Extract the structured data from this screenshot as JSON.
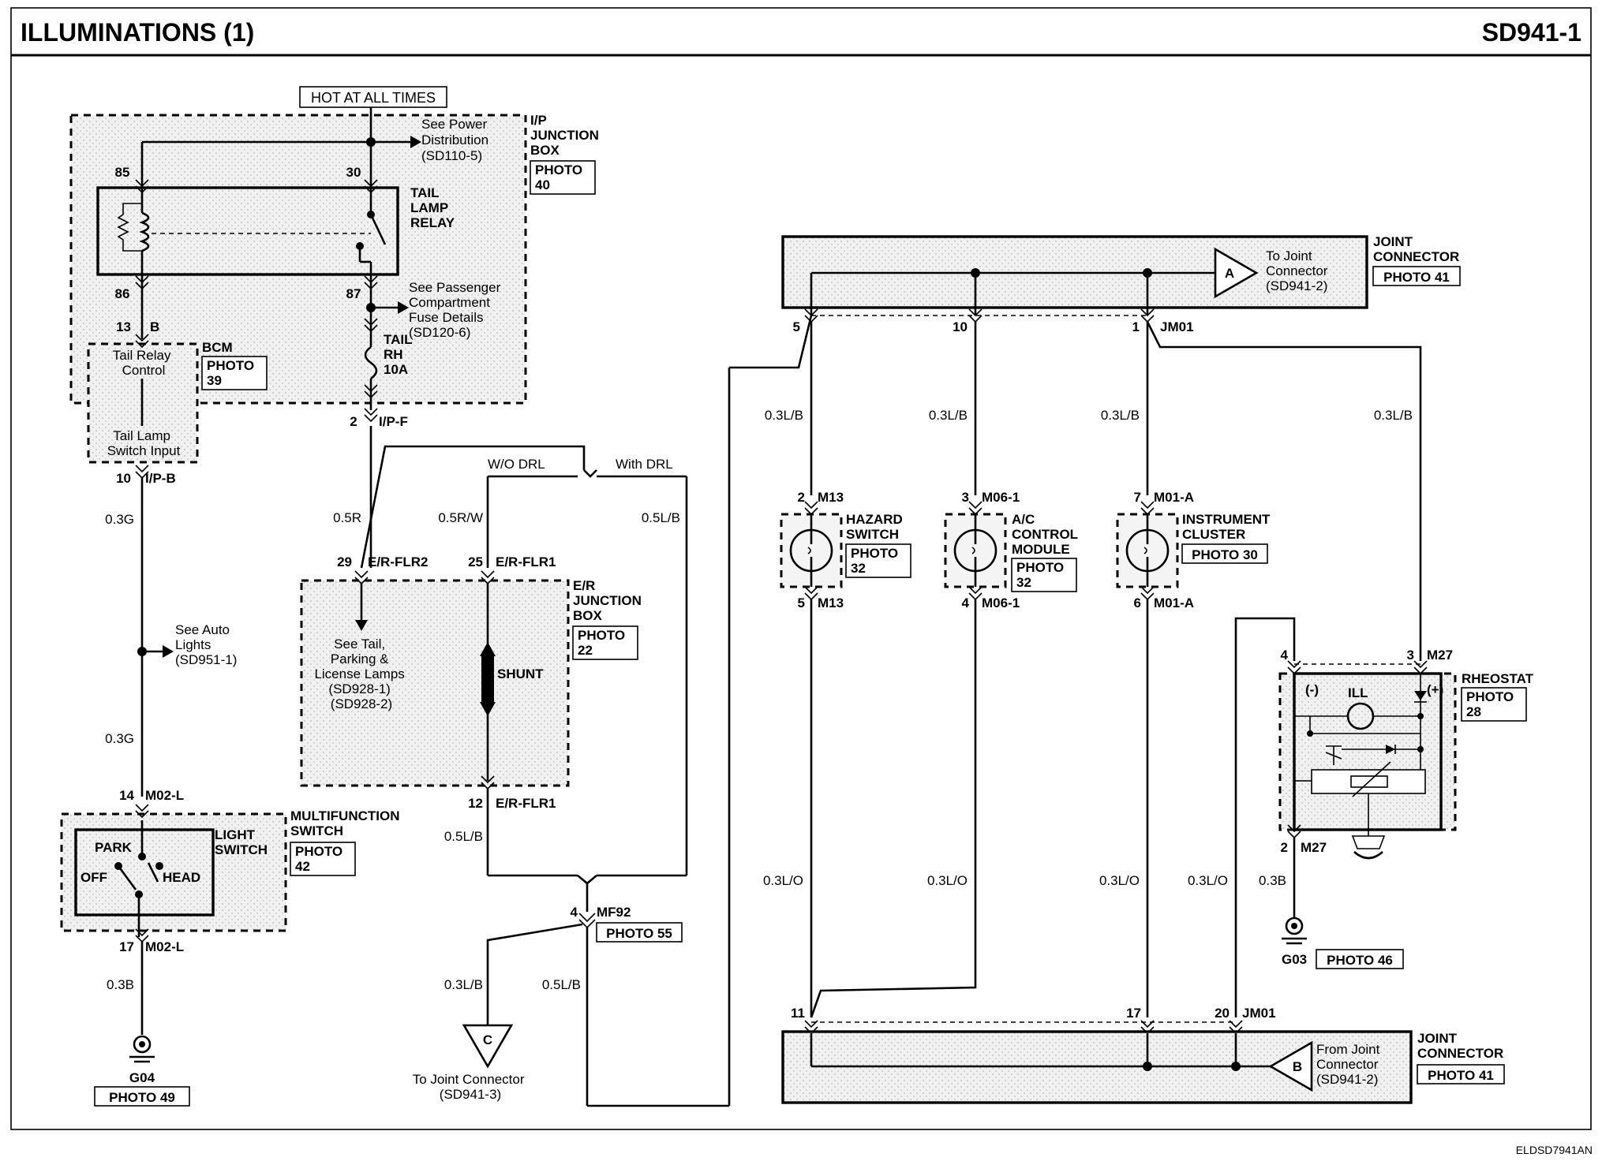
{
  "header": {
    "title": "ILLUMINATIONS (1)",
    "code": "SD941-1"
  },
  "footer": {
    "code": "ELDSD7941AN"
  },
  "top": {
    "hot": "HOT AT ALL TIMES",
    "see_power": [
      "See Power",
      "Distribution",
      "(SD110-5)"
    ]
  },
  "ip_jb": {
    "title": [
      "I/P",
      "JUNCTION",
      "BOX"
    ],
    "photo": [
      "PHOTO",
      "40"
    ]
  },
  "relay": {
    "label": [
      "TAIL",
      "LAMP",
      "RELAY"
    ],
    "pin85": "85",
    "pin30": "30",
    "pin86": "86",
    "pin87": "87"
  },
  "passenger": [
    "See Passenger",
    "Compartment",
    "Fuse Details",
    "(SD120-6)"
  ],
  "fuse": [
    "TAIL",
    "RH",
    "10A"
  ],
  "bcm": {
    "title": "BCM",
    "photo": [
      "PHOTO",
      "39"
    ],
    "pin13": "13",
    "pin13c": "B",
    "control": [
      "Tail Relay",
      "Control"
    ],
    "input": [
      "Tail Lamp",
      "Switch Input"
    ],
    "pin10": "10",
    "pin10c": "I/P-B"
  },
  "ipf": {
    "pin": "2",
    "conn": "I/P-F"
  },
  "left_wires": {
    "w1": "0.3G",
    "w2": "0.3G",
    "w3": "0.3B"
  },
  "auto_lights": [
    "See Auto",
    "Lights",
    "(SD951-1)"
  ],
  "mfs": {
    "pin14": "14",
    "conn14": "M02-L",
    "title": [
      "MULTIFUNCTION",
      "SWITCH"
    ],
    "photo": [
      "PHOTO",
      "42"
    ],
    "light": [
      "LIGHT",
      "SWITCH"
    ],
    "park": "PARK",
    "off": "OFF",
    "head": "HEAD",
    "pin17": "17",
    "conn17": "M02-L"
  },
  "g04": {
    "name": "G04",
    "photo": "PHOTO 49"
  },
  "drl": {
    "wo": "W/O DRL",
    "with": "With DRL",
    "w1": "0.5R",
    "w2": "0.5R/W",
    "w3": "0.5L/B",
    "w4": "0.5L/B"
  },
  "er_jb": {
    "pin29": "29",
    "c29": "E/R-FLR2",
    "pin25": "25",
    "c25": "E/R-FLR1",
    "title": [
      "E/R",
      "JUNCTION",
      "BOX"
    ],
    "photo": [
      "PHOTO",
      "22"
    ],
    "see_tail": [
      "See Tail,",
      "Parking &",
      "License Lamps",
      "(SD928-1)",
      "(SD928-2)"
    ],
    "shunt": "SHUNT",
    "pin12": "12",
    "c12": "E/R-FLR1"
  },
  "mf92": {
    "pin": "4",
    "conn": "MF92",
    "photo": "PHOTO 55",
    "w1": "0.3L/B",
    "w2": "0.5L/B"
  },
  "conn_c": {
    "letter": "C",
    "text": [
      "To Joint Connector",
      "(SD941-3)"
    ]
  },
  "jc_top": {
    "title": [
      "JOINT",
      "CONNECTOR"
    ],
    "photo": "PHOTO 41",
    "letter": "A",
    "to": [
      "To Joint",
      "Connector",
      "(SD941-2)"
    ],
    "p5": "5",
    "p10": "10",
    "p1": "1",
    "conn": "JM01"
  },
  "mid_wires": {
    "a": "0.3L/B",
    "b": "0.3L/B",
    "c": "0.3L/B",
    "d": "0.3L/B",
    "e": "0.3L/O",
    "f": "0.3L/O",
    "g": "0.3L/O",
    "h": "0.3L/O",
    "i": "0.3B"
  },
  "hazard": {
    "pin_top": "2",
    "conn": "M13",
    "title": [
      "HAZARD",
      "SWITCH"
    ],
    "photo": [
      "PHOTO",
      "32"
    ],
    "pin_bot": "5"
  },
  "ac": {
    "pin_top": "3",
    "conn": "M06-1",
    "title": [
      "A/C",
      "CONTROL",
      "MODULE"
    ],
    "photo": [
      "PHOTO",
      "32"
    ],
    "pin_bot": "4"
  },
  "cluster": {
    "pin_top": "7",
    "conn": "M01-A",
    "title": [
      "INSTRUMENT",
      "CLUSTER"
    ],
    "photo": "PHOTO 30",
    "pin_bot": "6"
  },
  "rheostat": {
    "pin4": "4",
    "pin3": "3",
    "conn": "M27",
    "title": "RHEOSTAT",
    "photo": [
      "PHOTO",
      "28"
    ],
    "minus": "(-)",
    "plus": "(+)",
    "ill": "ILL",
    "pin2": "2"
  },
  "g03": {
    "name": "G03",
    "photo": "PHOTO 46"
  },
  "jc_bot": {
    "title": [
      "JOINT",
      "CONNECTOR"
    ],
    "photo": "PHOTO 41",
    "letter": "B",
    "from": [
      "From Joint",
      "Connector",
      "(SD941-2)"
    ],
    "p11": "11",
    "p17": "17",
    "p20": "20",
    "conn": "JM01"
  }
}
